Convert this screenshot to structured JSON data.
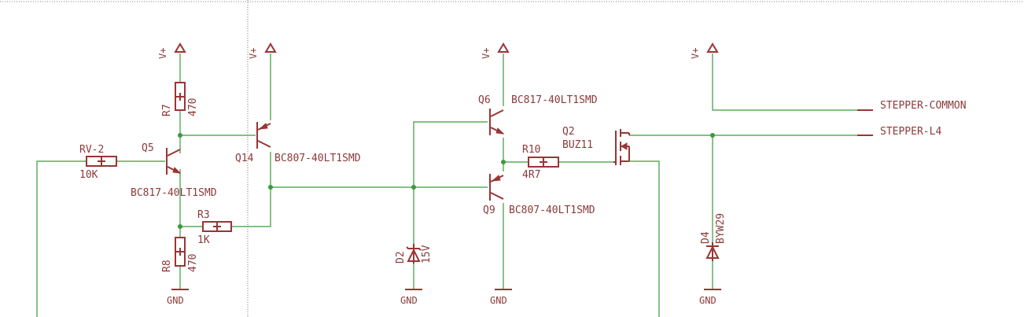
{
  "supply_label": "V+",
  "ground_label": "GND",
  "components": {
    "rv2": {
      "ref": "RV-2",
      "value": "10K"
    },
    "r7": {
      "ref": "R7",
      "value": "470"
    },
    "r8": {
      "ref": "R8",
      "value": "470"
    },
    "r3": {
      "ref": "R3",
      "value": "1K"
    },
    "r10": {
      "ref": "R10",
      "value": "4R7"
    },
    "q5": {
      "ref": "Q5",
      "value": "BC817-40LT1SMD"
    },
    "q14": {
      "ref": "Q14",
      "value": "BC807-40LT1SMD"
    },
    "q6": {
      "ref": "Q6",
      "value": "BC817-40LT1SMD"
    },
    "q9": {
      "ref": "Q9",
      "value": "BC807-40LT1SMD"
    },
    "q2": {
      "ref": "Q2",
      "value": "BUZ11"
    },
    "d2": {
      "ref": "D2",
      "value": "15V"
    },
    "d4": {
      "ref": "D4",
      "value": "BYW29"
    }
  },
  "nets": {
    "stepper_common": "STEPPER-COMMON",
    "stepper_l4": "STEPPER-L4"
  },
  "colors": {
    "wire": "#3a9a3a",
    "part": "#9a3535",
    "text": "#8c3a3a"
  }
}
